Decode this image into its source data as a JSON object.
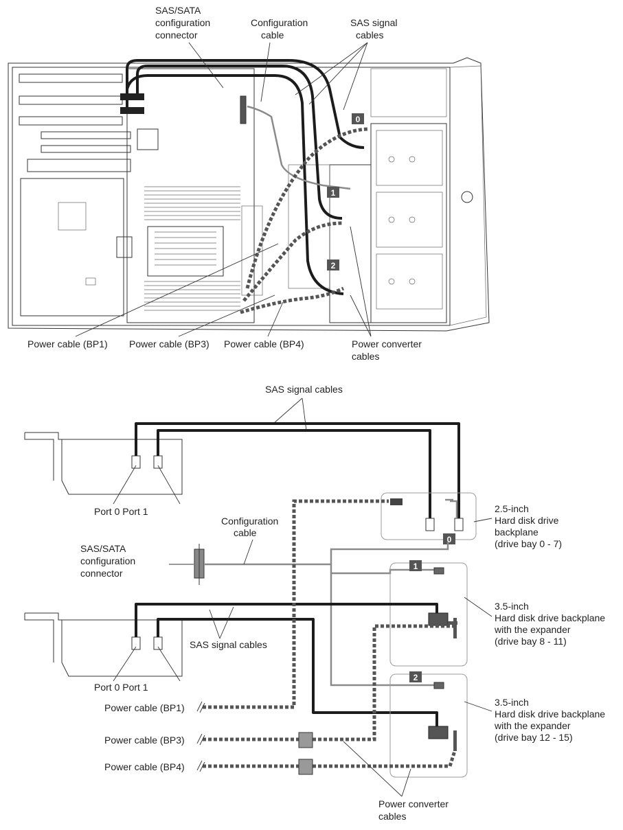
{
  "top_view": {
    "labels": {
      "sas_sata_connector": [
        "SAS/SATA",
        "configuration",
        "connector"
      ],
      "config_cable": [
        "Configuration",
        "cable"
      ],
      "sas_signal_cables": [
        "SAS signal",
        "cables"
      ],
      "power_bp1": "Power cable (BP1)",
      "power_bp3": "Power cable (BP3)",
      "power_bp4": "Power cable (BP4)",
      "power_converter": [
        "Power converter",
        "cables"
      ]
    },
    "badges": [
      "0",
      "1",
      "2"
    ]
  },
  "bottom_view": {
    "sas_signal_cables_top": "SAS signal cables",
    "sas_signal_cables_mid": "SAS signal cables",
    "port_label_upper": "Port 0 Port 1",
    "port_label_lower": "Port 0 Port 1",
    "config_cable": [
      "Configuration",
      "cable"
    ],
    "sas_sata_connector": [
      "SAS/SATA",
      "configuration",
      "connector"
    ],
    "backplane_0": [
      "2.5-inch",
      "Hard disk drive",
      "backplane",
      "(drive bay 0 - 7)"
    ],
    "backplane_1": [
      "3.5-inch",
      "Hard disk drive backplane",
      "with the expander",
      "(drive bay 8 - 11)"
    ],
    "backplane_2": [
      "3.5-inch",
      "Hard disk drive backplane",
      "with the expander",
      "(drive bay 12 - 15)"
    ],
    "power_bp1": "Power cable (BP1)",
    "power_bp3": "Power cable (BP3)",
    "power_bp4": "Power cable (BP4)",
    "power_converter": [
      "Power converter",
      "cables"
    ],
    "badges": [
      "0",
      "1",
      "2"
    ]
  }
}
